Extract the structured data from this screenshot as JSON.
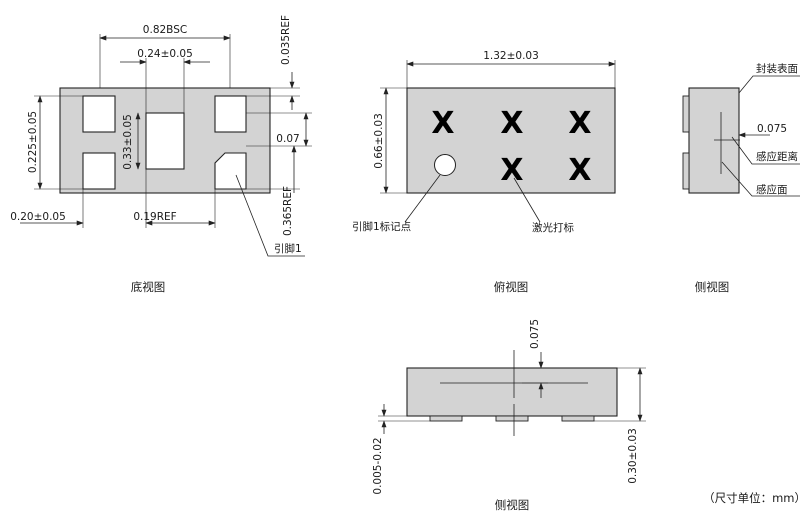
{
  "bottom_view": {
    "caption": "底视图",
    "dim_width": "0.82BSC",
    "dim_center_pad": "0.24±0.05",
    "dim_center_height": "0.33±0.05",
    "dim_pad_height": "0.225±0.05",
    "dim_top_ref": "0.035REF",
    "dim_gap": "0.07",
    "dim_right_ref": "0.365REF",
    "dim_left_pad": "0.20±0.05",
    "dim_pitch_ref": "0.19REF",
    "pin1_label": "引脚1"
  },
  "top_view": {
    "caption": "俯视图",
    "dim_width": "1.32±0.03",
    "dim_height": "0.66±0.03",
    "marks": [
      "X",
      "X",
      "X",
      "X",
      "X"
    ],
    "pin1_mark_label": "引脚1标记点",
    "laser_mark_label": "激光打标"
  },
  "side_view_right": {
    "caption": "侧视图",
    "package_surface_label": "封装表面",
    "dim_depth": "0.075",
    "sensing_distance_label": "感应距离",
    "sensing_surface_label": "感应面"
  },
  "side_view_bottom": {
    "caption": "侧视图",
    "dim_sensing": "0.075",
    "dim_standoff": "0.005-0.02",
    "dim_height": "0.30±0.03"
  },
  "units_note": "（尺寸单位：mm）"
}
